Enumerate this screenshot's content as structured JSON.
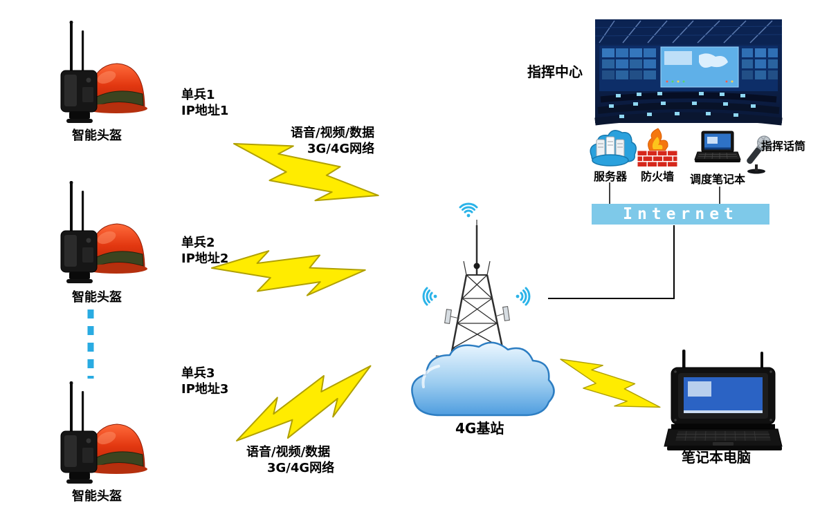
{
  "diagram": {
    "helmets": [
      {
        "label": "智能头盔"
      },
      {
        "label": "智能头盔"
      },
      {
        "label": "智能头盔"
      }
    ],
    "soldiers": [
      {
        "name": "单兵1",
        "ip": "IP地址1"
      },
      {
        "name": "单兵2",
        "ip": "IP地址2"
      },
      {
        "name": "单兵3",
        "ip": "IP地址3"
      }
    ],
    "links": {
      "top": {
        "line1": "语音/视频/数据",
        "line2": "3G/4G网络"
      },
      "bottom": {
        "line1": "语音/视频/数据",
        "line2": "3G/4G网络"
      }
    },
    "base_station": "4G基站",
    "command_center": "指挥中心",
    "server": "服务器",
    "firewall": "防火墙",
    "dispatch_laptop": "调度笔记本",
    "command_mic": "指挥话筒",
    "internet": "Internet",
    "field_laptop": "笔记本电脑"
  },
  "colors": {
    "lightning_fill": "#ffec00",
    "lightning_stroke": "#b0a000",
    "dash_line": "#29abe2",
    "internet_bar": "#7ec9e9",
    "wifi": "#2bb3e8",
    "helmet_red": "#e8401c",
    "cloud_blue": "#4f9ddf",
    "text": "#000000"
  },
  "icons": [
    "helmet-radio-icon",
    "lightning-bolt-icon",
    "wifi-icon",
    "cell-tower-icon",
    "cloud-icon",
    "server-cloud-icon",
    "firewall-icon",
    "dispatch-laptop-icon",
    "microphone-icon",
    "rugged-laptop-icon",
    "control-room-photo"
  ]
}
